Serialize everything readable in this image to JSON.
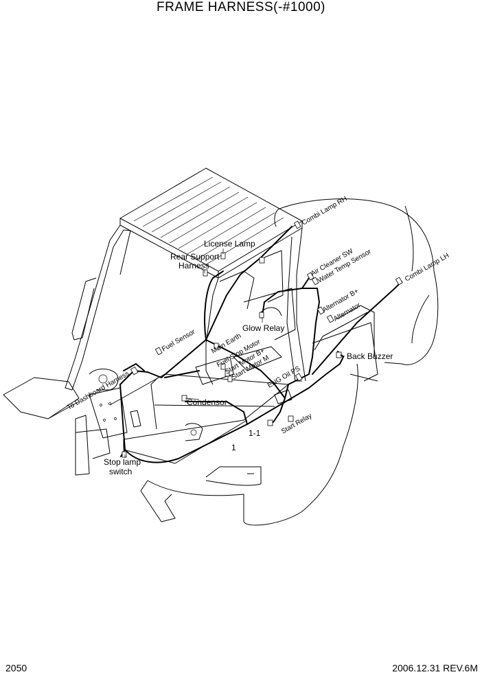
{
  "title": "FRAME HARNESS(-#1000)",
  "page_number": "2050",
  "revision": "2006.12.31 REV.6M",
  "labels": {
    "combi_lamp_rh": "Combi Lamp RH",
    "license_lamp": "License Lamp",
    "rear_support_harness_1": "Rear Support",
    "rear_support_harness_2": "Harness",
    "air_cleaner_sw": "Air Cleaner SW",
    "water_temp_sensor": "Water Temp Sensor",
    "combi_lamp_lh": "Combi Lamp LH",
    "alternator_b_plus": "Alternator B+",
    "alternator": "Alternator",
    "glow_relay": "Glow Relay",
    "fuel_sensor": "Fuel Sensor",
    "main_earth": "Main Earth",
    "fuel_stop_motor": "Fuel Stop Motor",
    "start_motor_b_plus": "Start Motor B+",
    "start_motor_m": "Start Motor M",
    "back_buzzer": "Back Buzzer",
    "eng_oil_ps": "ENG Oil PS",
    "to_dashboard_harness": "To Dashboard Harness",
    "condensor": "Condensor",
    "start_relay": "Start Relay",
    "ref_1_1": "1-1",
    "ref_1": "1",
    "stop_lamp_switch_1": "Stop lamp",
    "stop_lamp_switch_2": "switch"
  }
}
